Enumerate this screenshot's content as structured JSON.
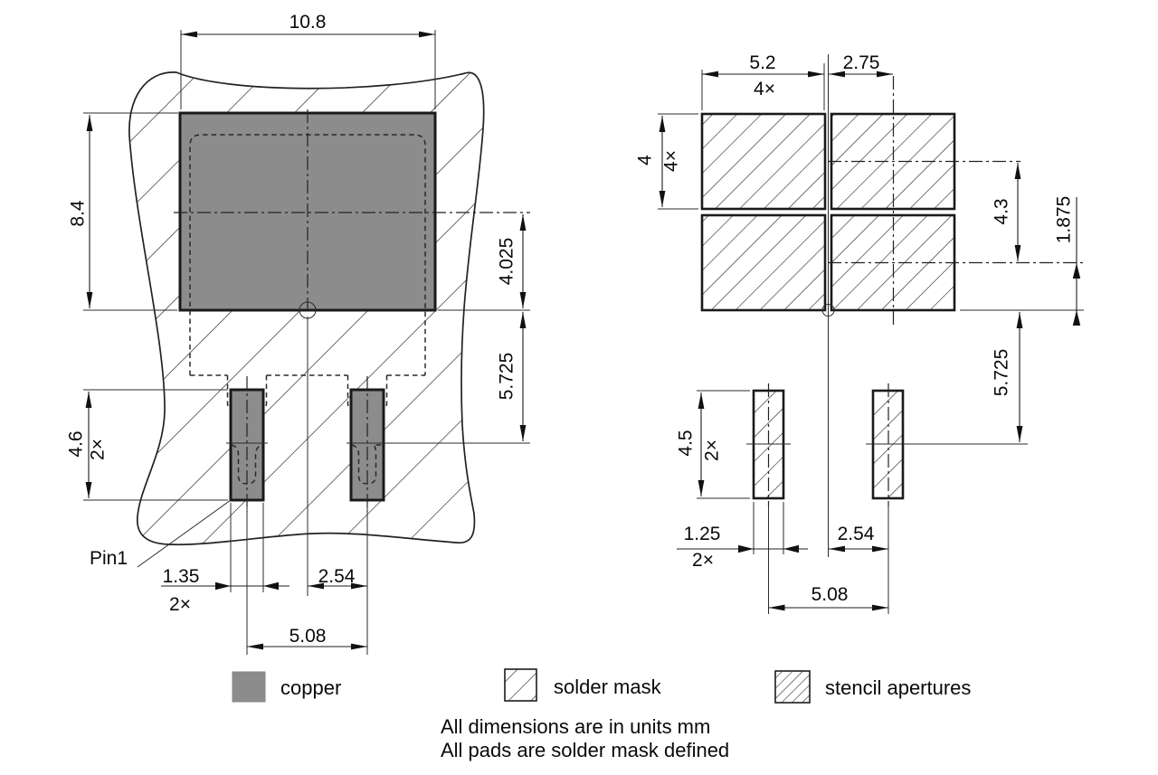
{
  "left_view": {
    "dim_width": "10.8",
    "dim_height": "8.4",
    "dim_center_to_edge": "4.025",
    "dim_edge_to_pin_center": "5.725",
    "dim_pin_height": "4.6",
    "dim_pin_height_qty": "2×",
    "pin1_label": "Pin1",
    "dim_pin_width": "1.35",
    "dim_pin_width_qty": "2×",
    "dim_pin_offset": "2.54",
    "dim_pin_pitch": "5.08"
  },
  "right_view": {
    "dim_aperture_width": "5.2",
    "dim_aperture_width_qty": "4×",
    "dim_column_offset": "2.75",
    "dim_aperture_height": "4",
    "dim_aperture_height_qty": "4×",
    "dim_row_pitch": "4.3",
    "dim_row_to_edge": "1.875",
    "dim_edge_to_pin_center": "5.725",
    "dim_pin_aperture_height": "4.5",
    "dim_pin_aperture_height_qty": "2×",
    "dim_pin_aperture_width": "1.25",
    "dim_pin_aperture_width_qty": "2×",
    "dim_pin_offset": "2.54",
    "dim_pin_pitch": "5.08"
  },
  "legend": {
    "copper_label": "copper",
    "solder_mask_label": "solder mask",
    "stencil_label": "stencil apertures"
  },
  "notes": {
    "line1": "All dimensions are in units mm",
    "line2": "All pads are solder mask defined"
  },
  "colors": {
    "copper": "#8c8c8c",
    "line": "#1a1a1a",
    "background": "#ffffff"
  }
}
